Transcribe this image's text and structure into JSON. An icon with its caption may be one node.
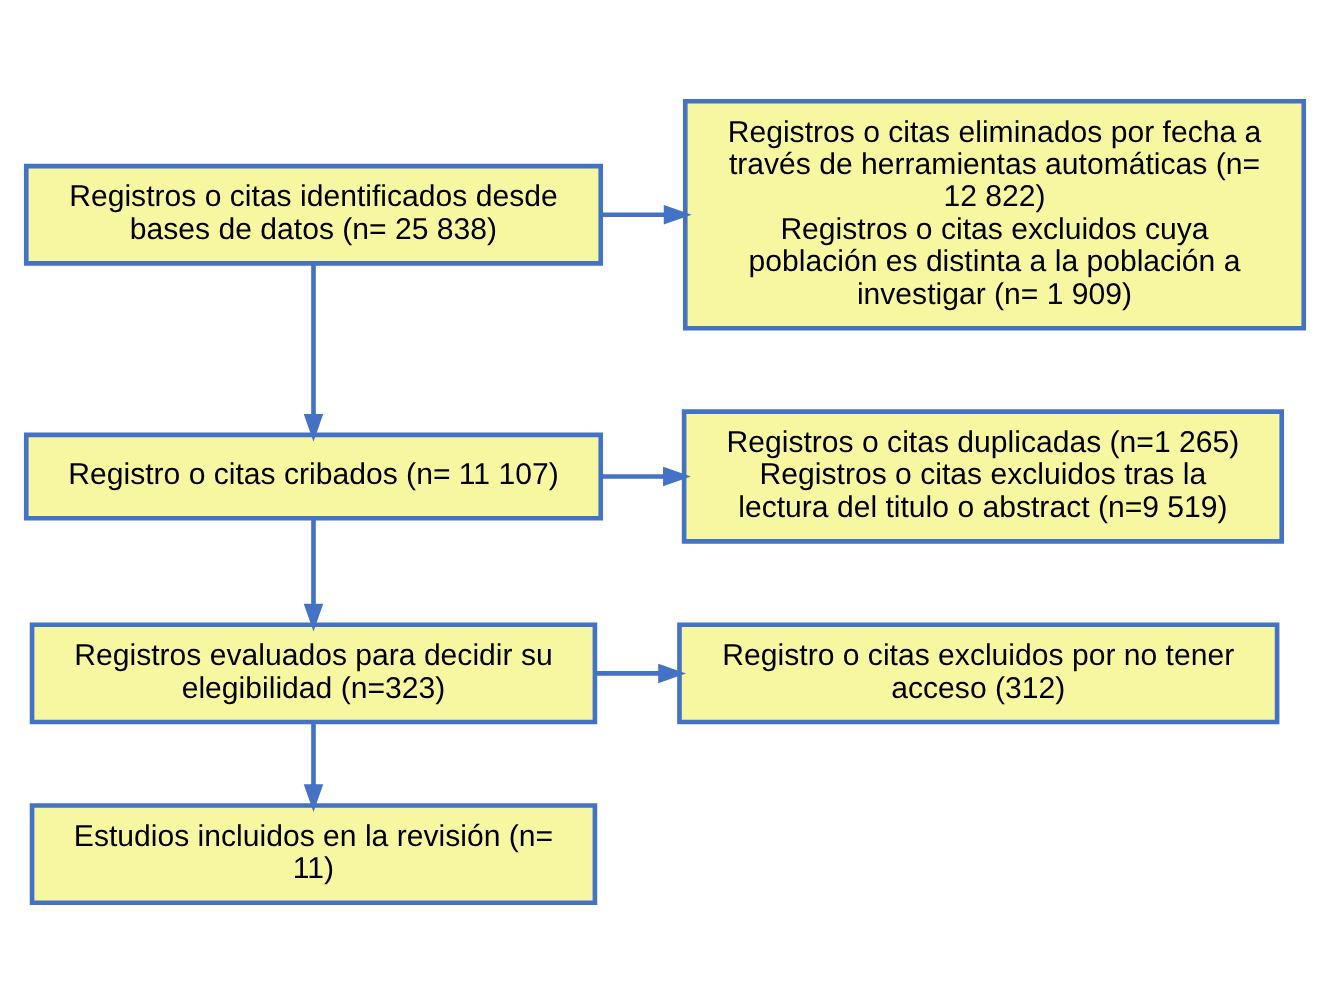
{
  "diagram": {
    "nodes": [
      {
        "text": [
          "Registros o citas identificados desde bases de datos (n= 25 838)"
        ]
      },
      {
        "text": [
          "Registros o citas eliminados por fecha a través de herramientas automáticas (n= 12 822)",
          "Registros o citas excluidos cuya población es distinta a la población a investigar (n= 1 909)"
        ]
      },
      {
        "text": [
          "Registro o citas cribados (n= 11 107)"
        ]
      },
      {
        "text": [
          "Registros o citas duplicadas (n=1 265)",
          "Registros o citas excluidos tras la lectura del titulo o abstract (n=9 519)"
        ]
      },
      {
        "text": [
          "Registros evaluados para decidir su elegibilidad (n=323)"
        ]
      },
      {
        "text": [
          "Registro o citas excluidos por no tener acceso (312)"
        ]
      },
      {
        "text": [
          "Estudios incluidos en la revisión (n= 11)"
        ]
      }
    ],
    "edges": [
      {
        "from": 0,
        "to": 1,
        "arrow": "to"
      },
      {
        "from": 0,
        "to": 2,
        "arrow": "to"
      },
      {
        "from": 2,
        "to": 3,
        "arrow": "to"
      },
      {
        "from": 2,
        "to": 4,
        "arrow": "to"
      },
      {
        "from": 4,
        "to": 5,
        "arrow": "to"
      },
      {
        "from": 4,
        "to": 6,
        "arrow": "to"
      }
    ]
  }
}
